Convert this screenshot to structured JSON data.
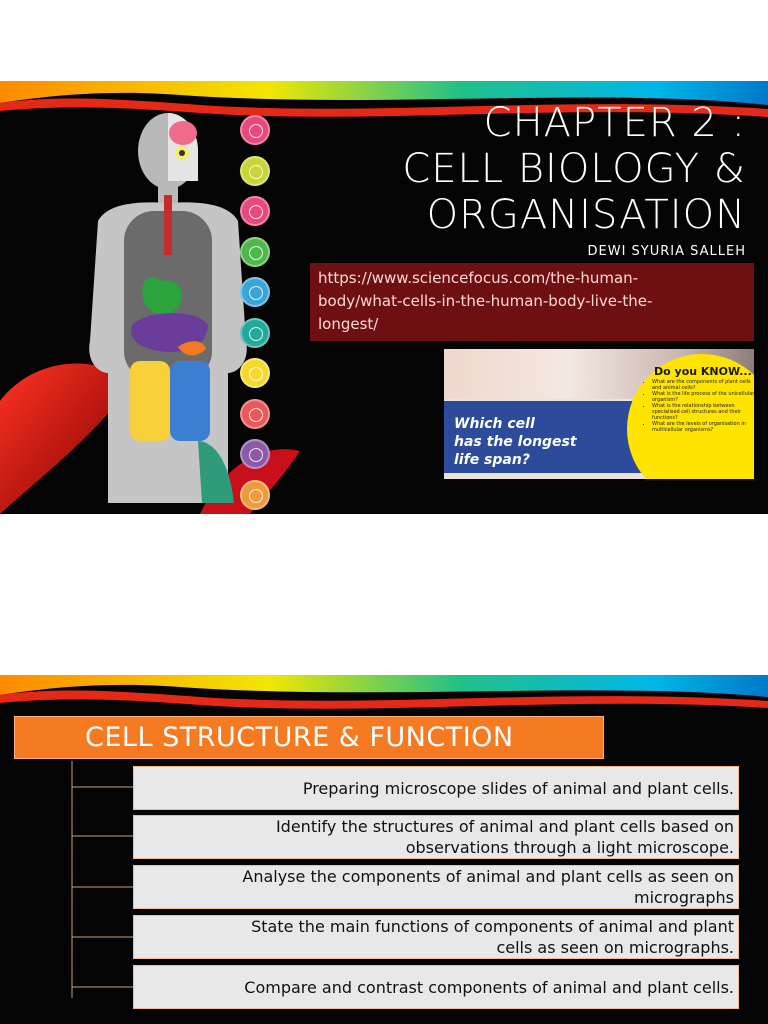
{
  "slide1": {
    "title": "CHAPTER 2 :\nCELL BIOLOGY &\nORGANISATION",
    "author": "DEWI SYURIA SALLEH",
    "link": "https://www.sciencefocus.com/the-human-\nbody/what-cells-in-the-human-body-live-the-\nlongest/",
    "thumbnail": {
      "question": "Which cell\nhas the longest\nlife span?",
      "know_title": "Do you KNOW...",
      "know_items": [
        "What are the components of plant cells and animal cells?",
        "What is the life process of the unicellular organism?",
        "What is the relationship between specialised cell structures and their functions?",
        "What are the levels of organisation in multicellular organisms?"
      ]
    },
    "organ_icons": [
      {
        "name": "brain-cell-icon",
        "color": "#e8487e"
      },
      {
        "name": "eye-cell-icon",
        "color": "#c9d635"
      },
      {
        "name": "blood-cell-icon",
        "color": "#e8487e"
      },
      {
        "name": "muscle-cell-icon",
        "color": "#4fb84a"
      },
      {
        "name": "bone-cell-icon",
        "color": "#3aa6d8"
      },
      {
        "name": "lung-cell-icon",
        "color": "#21a999"
      },
      {
        "name": "fat-cell-icon",
        "color": "#f4d92c"
      },
      {
        "name": "egg-cell-icon",
        "color": "#ea5a5a"
      },
      {
        "name": "skin-cell-icon",
        "color": "#8e5aa8"
      },
      {
        "name": "liver-cell-icon",
        "color": "#f09a3c"
      }
    ]
  },
  "slide2": {
    "header": "CELL STRUCTURE & FUNCTION",
    "items": [
      "Preparing microscope slides of animal and plant cells.",
      "Identify the structures of animal and plant cells based on\nobservations through a light microscope.",
      "Analyse the components of animal and plant cells as seen on\nmicrographs",
      "State the main functions of components of animal and plant\ncells as seen on micrographs.",
      "Compare and contrast components of animal and plant cells."
    ]
  },
  "colors": {
    "slide_bg": "#040404",
    "header_orange": "#f57a22",
    "link_box": "#6e1012",
    "item_bg": "#e8e8e8"
  }
}
